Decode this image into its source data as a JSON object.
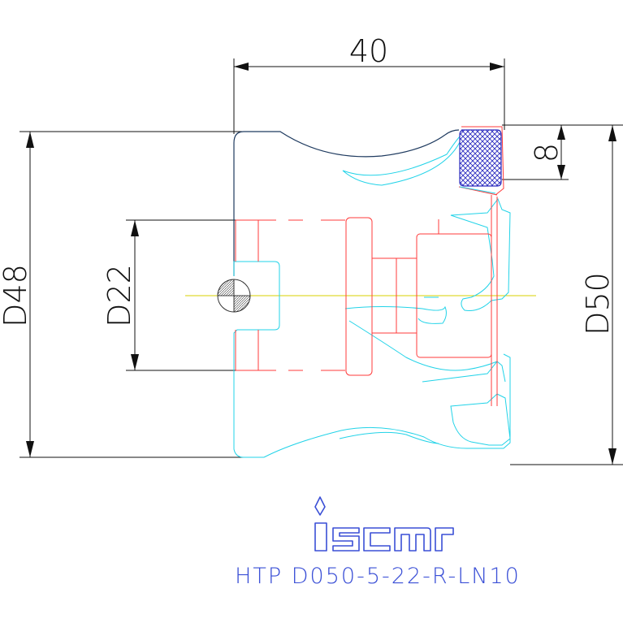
{
  "dimensions": {
    "length": "40",
    "diameter_bore": "D22",
    "diameter_body": "D48",
    "diameter_cut": "D50",
    "insert_height": "8"
  },
  "brand": "iscar",
  "designation": "HTP D050-5-22-R-LN10",
  "colors": {
    "outline_cyan": "#22d3e8",
    "section_red": "#ff3b3b",
    "dimension_black": "#111111",
    "centerline_yellow": "#d9d200",
    "logo_blue": "#3a4fd6",
    "insert_hatch": "#2b2bbf"
  }
}
